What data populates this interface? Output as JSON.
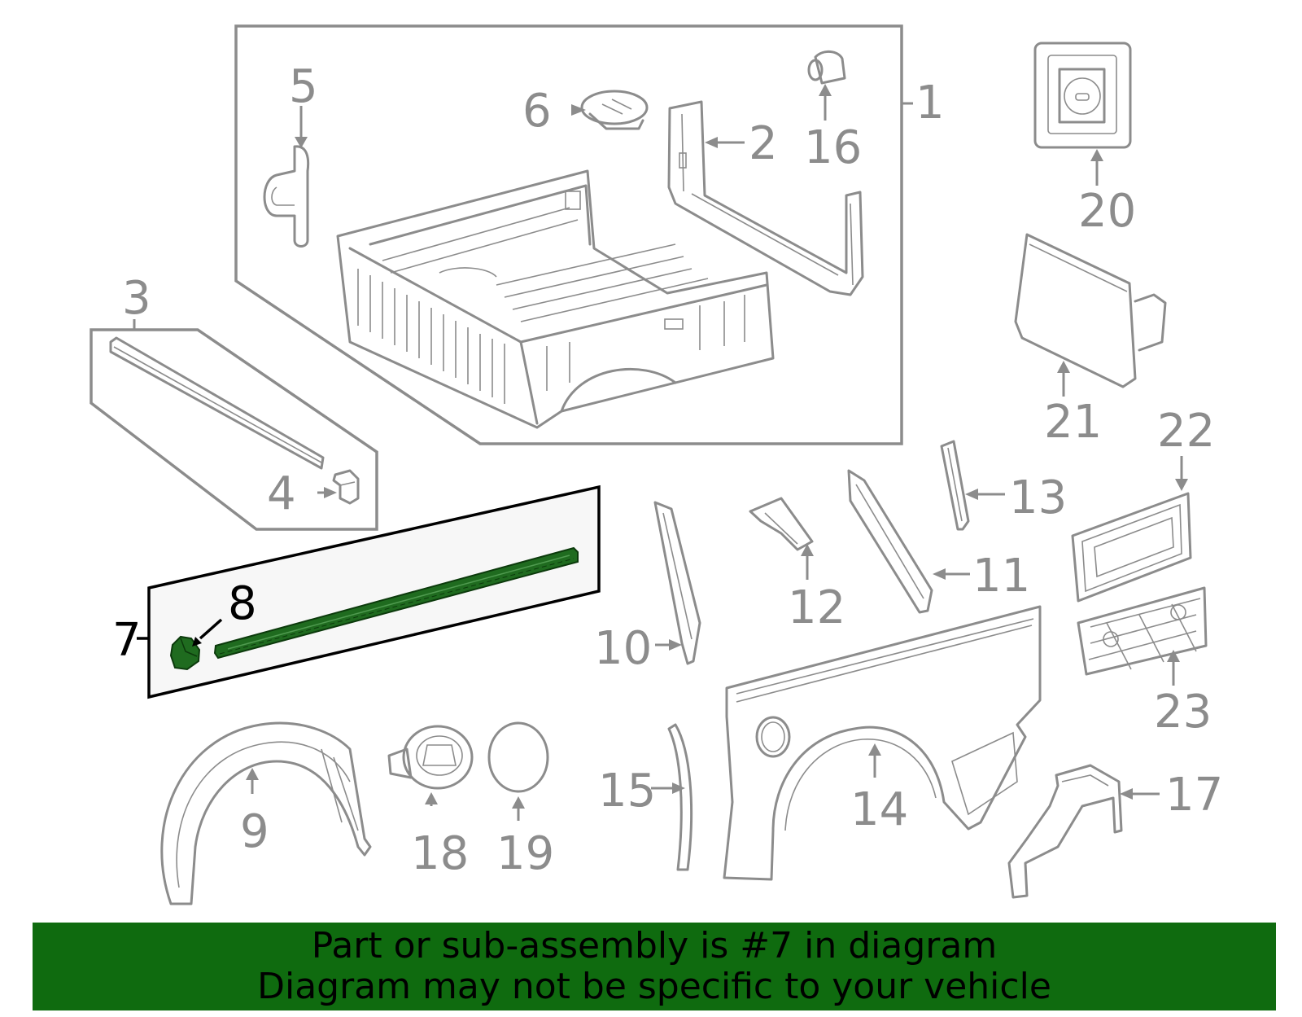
{
  "callouts": {
    "c1": "1",
    "c2": "2",
    "c3": "3",
    "c4": "4",
    "c5": "5",
    "c6": "6",
    "c7": "7",
    "c8": "8",
    "c9": "9",
    "c10": "10",
    "c11": "11",
    "c12": "12",
    "c13": "13",
    "c14": "14",
    "c15": "15",
    "c16": "16",
    "c17": "17",
    "c18": "18",
    "c19": "19",
    "c20": "20",
    "c21": "21",
    "c22": "22",
    "c23": "23"
  },
  "banner": {
    "line1": "Part or sub-assembly is #7 in diagram",
    "line2": "Diagram may not be specific to your vehicle"
  },
  "colors": {
    "line_gray": "#8c8c8c",
    "highlight_green": "#1f6b1f",
    "banner_green": "#0f6b0f",
    "highlight_box_fill": "#f7f7f7"
  }
}
